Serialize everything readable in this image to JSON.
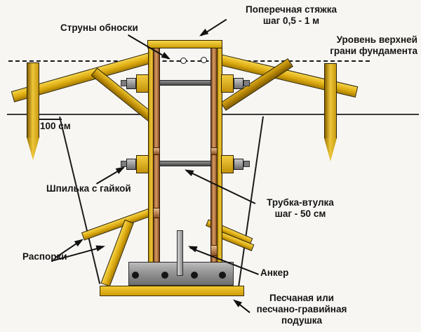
{
  "diagram": {
    "labels": {
      "cross_tie": {
        "line1": "Поперечная стяжка",
        "line2": "шаг 0,5 - 1 м"
      },
      "strings": {
        "text": "Струны обноски"
      },
      "level": {
        "line1": "Уровень верхней",
        "line2": "грани фундамента"
      },
      "depth": {
        "text": "100 см"
      },
      "stud_nut": {
        "text": "Шпилька с гайкой"
      },
      "tube": {
        "line1": "Трубка-втулка",
        "line2": "шаг - 50 см"
      },
      "braces": {
        "text": "Распорки"
      },
      "anchor": {
        "text": "Анкер"
      },
      "cushion": {
        "line1": "Песчаная или",
        "line2": "песчано-гравийная",
        "line3": "подушка"
      }
    },
    "colors": {
      "wood_yellow": "#e0ae14",
      "panel_copper": "#c08048",
      "steel_gray": "#7d7d7d",
      "footing_gray": "#8e8e8e",
      "line_black": "#1c1c1c",
      "background": "#f7f6f3"
    }
  }
}
